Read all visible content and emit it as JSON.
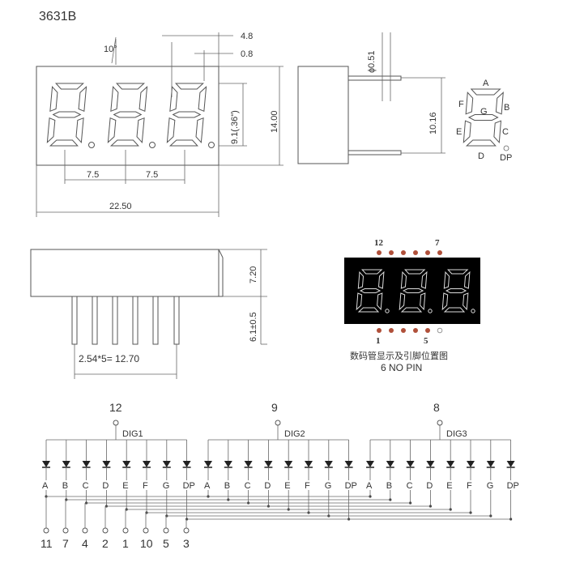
{
  "title": "3631B",
  "front_dims": {
    "angle": "10°",
    "d48": "4.8",
    "d08": "0.8",
    "pitch1": "7.5",
    "pitch2": "7.5",
    "width": "22.50",
    "digit_h": "9.1(.36\")",
    "height": "14.00"
  },
  "side_dims": {
    "pin_dia": "ɸ0.51",
    "pin_row": "10.16"
  },
  "segment_labels": [
    "A",
    "B",
    "C",
    "D",
    "E",
    "F",
    "G",
    "DP"
  ],
  "bottom_dims": {
    "body_h": "7.20",
    "pin_len": "6.1±0.5",
    "pin_span": "2.54*5= 12.70"
  },
  "photo": {
    "top_pin_left": "12",
    "top_pin_right": "7",
    "bottom_pin_left": "1",
    "bottom_pin_right": "5",
    "caption_cn": "数码管显示及引脚位置图",
    "caption_en": "6 NO PIN"
  },
  "schematic": {
    "digits": [
      {
        "pin": "12",
        "name": "DIG1"
      },
      {
        "pin": "9",
        "name": "DIG2"
      },
      {
        "pin": "8",
        "name": "DIG3"
      }
    ],
    "segment_names": [
      "A",
      "B",
      "C",
      "D",
      "E",
      "F",
      "G",
      "DP"
    ],
    "segment_pins": [
      "11",
      "7",
      "4",
      "2",
      "1",
      "10",
      "5",
      "3"
    ]
  }
}
